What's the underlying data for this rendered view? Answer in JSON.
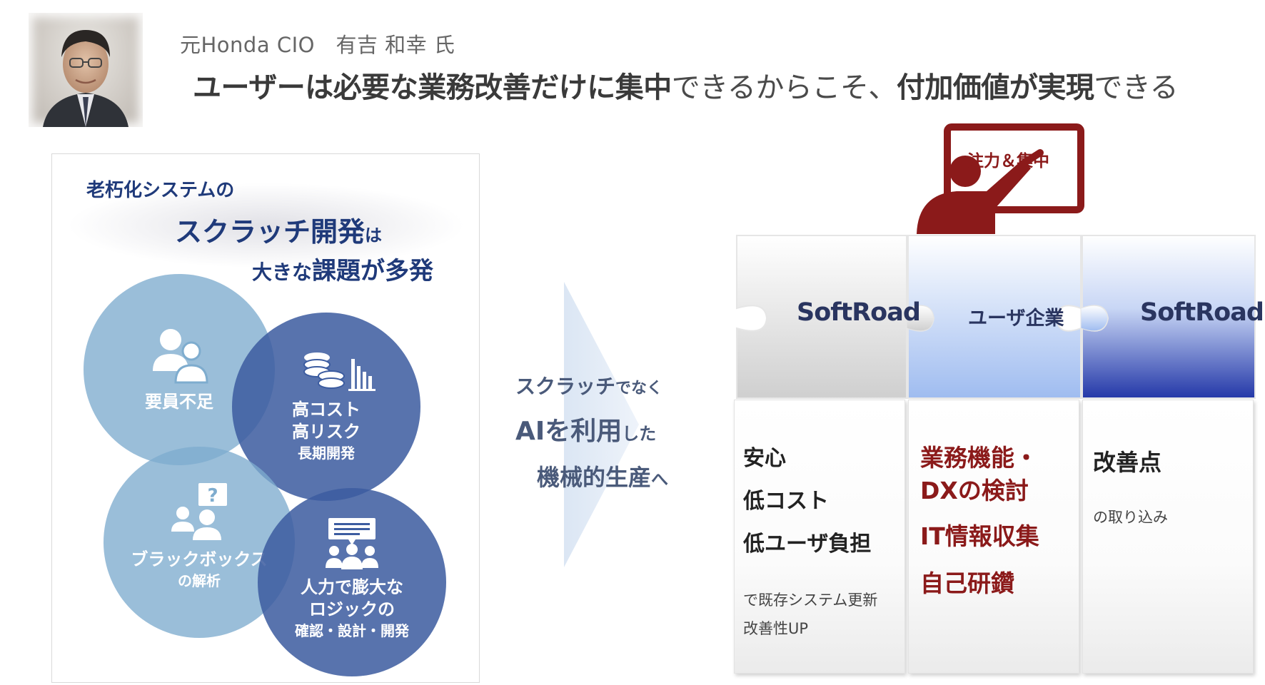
{
  "header": {
    "person_caption": "元Honda CIO　有吉 和幸 氏",
    "headline": {
      "part1": "ユーザーは必要な業務改善だけに集中",
      "part2": "できるからこそ、",
      "part3": "付加価値が実現",
      "part4": "できる"
    }
  },
  "left_panel": {
    "line1": "老朽化システムの",
    "line2_main": "スクラッチ開発",
    "line2_suffix": "は",
    "line3_prefix": "大きな",
    "line3_main": "課題が多発",
    "circles": [
      {
        "lines": [
          "要員不足"
        ],
        "icon": "people-icon"
      },
      {
        "lines": [
          "高コスト",
          "高リスク",
          "長期開発"
        ],
        "icon": "coins-chart-icon"
      },
      {
        "lines": [
          "ブラックボックス",
          "の解析"
        ],
        "icon": "question-people-icon"
      },
      {
        "lines": [
          "人力で膨大な",
          "ロジックの",
          "確認・設計・開発"
        ],
        "icon": "group-presentation-icon"
      }
    ]
  },
  "middle": {
    "line1_main": "スクラッチ",
    "line1_suffix": "でなく",
    "line2_main": "AIを利用",
    "line2_suffix": "した",
    "line3_main": "機械的生産",
    "line3_suffix": "へ"
  },
  "puzzle": {
    "focus_label": "注力＆集中",
    "pieces": [
      "SoftRoad",
      "ユーザ企業",
      "SoftRoad"
    ],
    "colors": {
      "gray": "#d9d9d9",
      "light_blue": "#aac4f0",
      "blue": "#2e46b0",
      "accent": "#8b1a1a"
    }
  },
  "columns": {
    "a": {
      "l1": "安心",
      "l2": "低コスト",
      "l3": "低ユーザ負担",
      "l4": "で既存システム更新",
      "l5": "改善性UP"
    },
    "b": {
      "l1": "業務機能・",
      "l2": "DXの検討",
      "l3": "IT情報収集",
      "l4": "自己研鑽"
    },
    "c": {
      "l1": "改善点",
      "l2": "の取り込み"
    }
  }
}
